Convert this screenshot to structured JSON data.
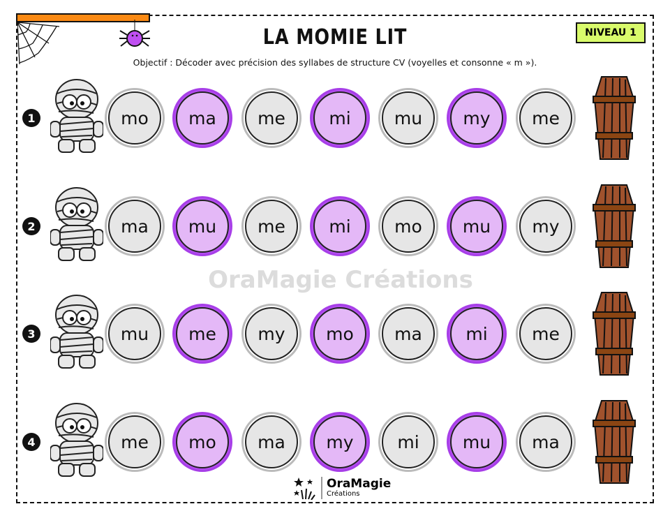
{
  "title": "LA MOMIE LIT",
  "level": "NIVEAU 1",
  "objective": "Objectif : Décoder avec précision des syllabes de structure CV (voyelles et consonne « m »).",
  "colors": {
    "accent_bar": "#fb8a14",
    "purple": "#b44ef0",
    "purple_light": "#e4b8f7",
    "gray": "#e6e6e6",
    "level_bg": "#d9fb6b",
    "coffin": "#a0522d"
  },
  "rows": [
    {
      "number": "1",
      "syllables": [
        "mo",
        "ma",
        "me",
        "mi",
        "mu",
        "my",
        "me"
      ]
    },
    {
      "number": "2",
      "syllables": [
        "ma",
        "mu",
        "me",
        "mi",
        "mo",
        "mu",
        "my"
      ]
    },
    {
      "number": "3",
      "syllables": [
        "mu",
        "me",
        "my",
        "mo",
        "ma",
        "mi",
        "me"
      ]
    },
    {
      "number": "4",
      "syllables": [
        "me",
        "mo",
        "ma",
        "my",
        "mi",
        "mu",
        "ma"
      ]
    }
  ],
  "footer": {
    "brand": "OraMagie",
    "sub": "Créations"
  },
  "watermark": "OraMagie Créations"
}
